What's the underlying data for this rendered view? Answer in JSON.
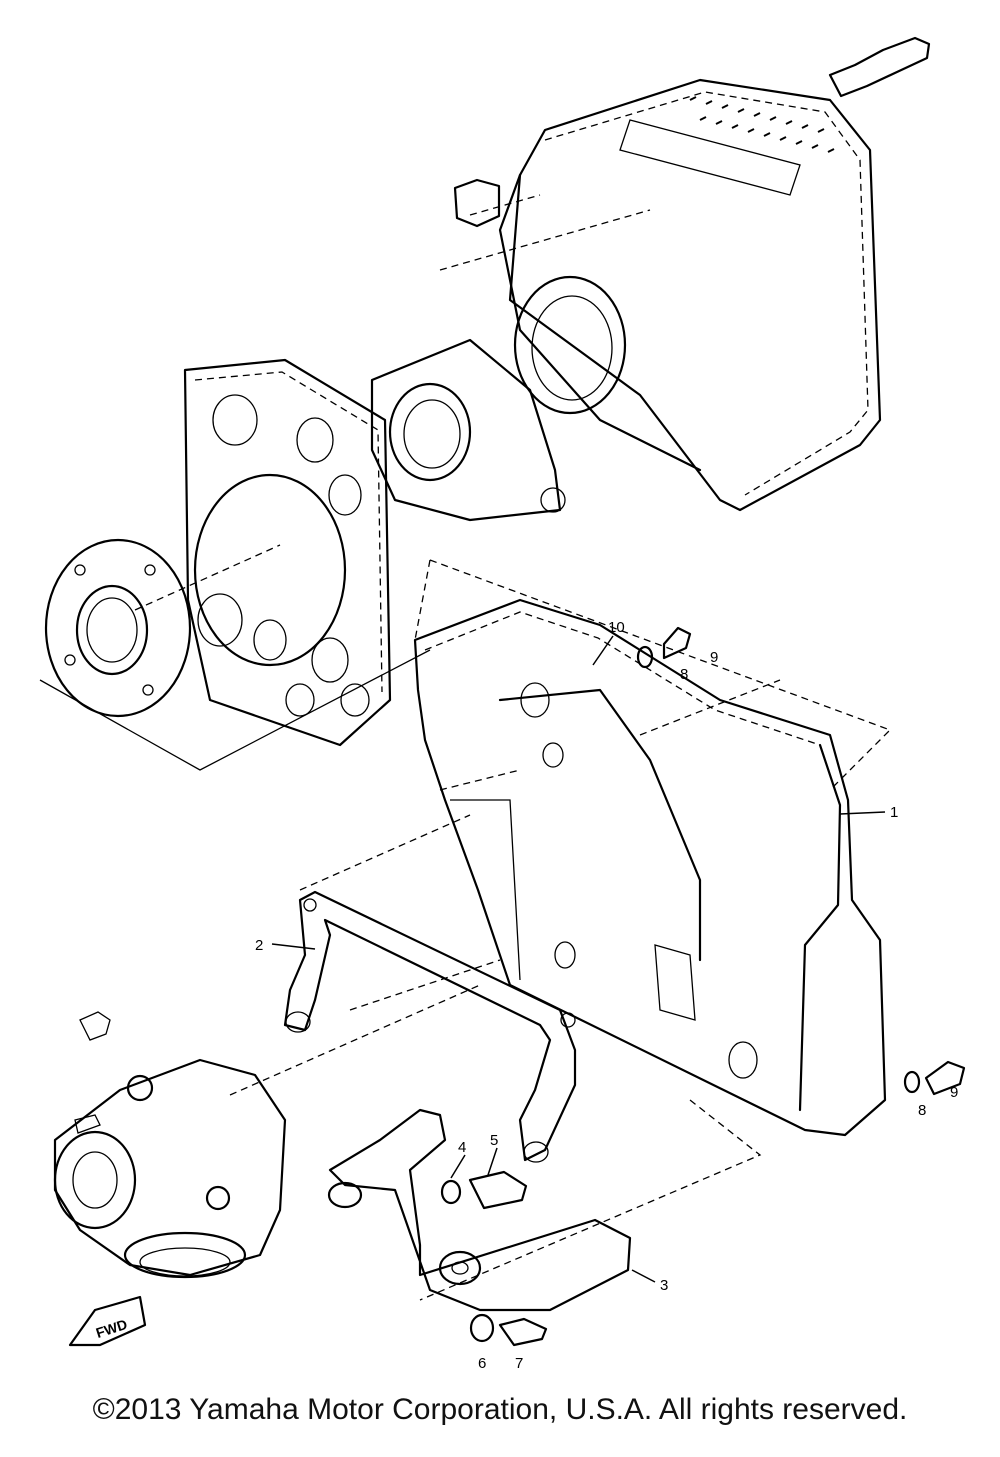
{
  "callouts": [
    "1",
    "2",
    "3",
    "4",
    "5",
    "6",
    "7",
    "8",
    "8",
    "9",
    "9",
    "10"
  ],
  "fwd_label": "FWD",
  "copyright": "©2013 Yamaha Motor Corporation, U.S.A. All rights reserved."
}
